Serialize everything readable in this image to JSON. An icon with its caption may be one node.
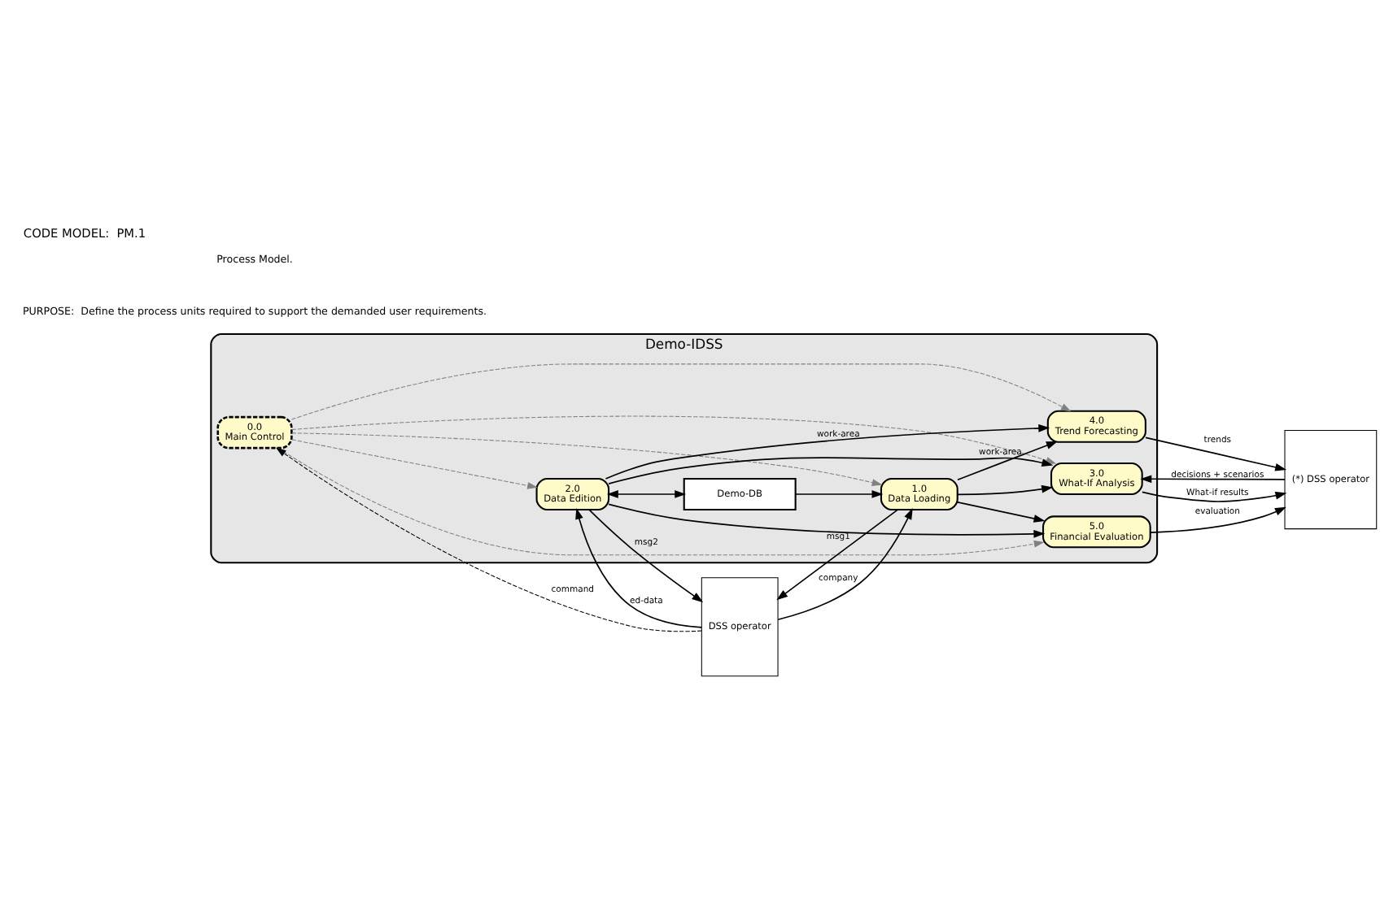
{
  "diagram": {
    "title": "CODE MODEL:  PM.1",
    "nodes": [
      {
        "text": [
          "Demo-IDSS"
        ]
      },
      {
        "text": [
          "0.0",
          "Main Control"
        ],
        "in": 0
      },
      {
        "text": [
          "1.0",
          "Data Loading"
        ],
        "in": 0
      },
      {
        "text": [
          "3.0",
          "What-If Analysis"
        ],
        "in": 0
      },
      {
        "text": [
          "4.0",
          "Trend Forecasting"
        ],
        "in": 0
      },
      {
        "text": [
          "2.0",
          "Data Edition"
        ],
        "in": 0
      },
      {
        "text": [
          "5.0",
          "Financial Evaluation"
        ],
        "in": 0
      },
      {
        "text": [
          "Demo-DB"
        ],
        "in": 0
      },
      {
        "text": [
          "DSS operator"
        ]
      },
      {
        "text": [
          "(*) DSS operator"
        ]
      }
    ],
    "edges": [
      {
        "from": 8,
        "to": 1,
        "arrow": "to",
        "label": "command",
        "style": "dashed"
      },
      {
        "from": 2,
        "to": 8,
        "arrow": "to",
        "label": "msg1"
      },
      {
        "from": 8,
        "to": 2,
        "arrow": "to",
        "label": "company"
      },
      {
        "from": 8,
        "to": 5,
        "arrow": "to",
        "label": "ed-data"
      },
      {
        "from": 5,
        "to": 8,
        "arrow": "to",
        "label": "msg2"
      },
      {
        "from": 1,
        "to": 2,
        "arrow": "to",
        "style": "dashed",
        "color": "#808080"
      },
      {
        "from": 1,
        "to": 5,
        "arrow": "to",
        "style": "dashed",
        "color": "#808080"
      },
      {
        "from": 1,
        "to": 3,
        "arrow": "to",
        "style": "dashed",
        "color": "#808080"
      },
      {
        "from": 1,
        "to": 4,
        "arrow": "to",
        "style": "dashed",
        "color": "#808080"
      },
      {
        "from": 1,
        "to": 6,
        "arrow": "to",
        "style": "dashed",
        "color": "#808080"
      },
      {
        "from": 2,
        "to": 3,
        "arrow": "to"
      },
      {
        "from": 2,
        "to": 4,
        "arrow": "to",
        "label": "work-area"
      },
      {
        "from": 2,
        "to": 6,
        "arrow": "to"
      },
      {
        "from": 5,
        "to": 4,
        "arrow": "to",
        "label": "work-area"
      },
      {
        "from": 5,
        "to": 6,
        "arrow": "to"
      },
      {
        "from": 5,
        "to": 3,
        "arrow": "to"
      },
      {
        "from": 5,
        "to": 7,
        "arrow": "both"
      },
      {
        "from": 7,
        "to": 2,
        "arrow": "to"
      },
      {
        "from": 3,
        "to": 9,
        "arrow": "to",
        "label": "What-if results"
      },
      {
        "from": 9,
        "to": 3,
        "arrow": "to",
        "label": "decisions + scenarios"
      },
      {
        "from": 4,
        "to": 9,
        "arrow": "to",
        "label": "trends"
      },
      {
        "from": 6,
        "to": 9,
        "arrow": "to",
        "label": "evaluation"
      }
    ],
    "labels": [
      "PURPOSE:  Define the process units required to support the demanded user requirements.",
      "Process Model."
    ]
  }
}
